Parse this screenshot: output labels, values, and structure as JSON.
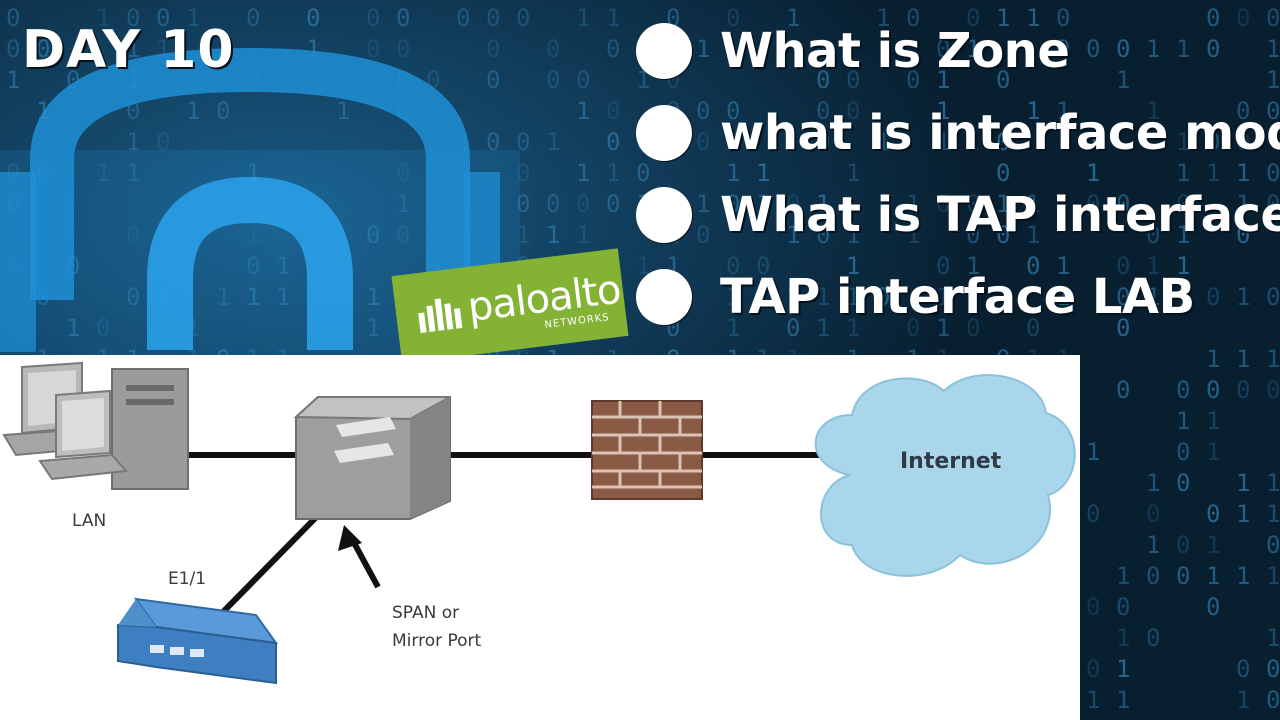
{
  "header": {
    "day_label": "DAY 10"
  },
  "bullets": [
    {
      "text": "What is Zone"
    },
    {
      "text": "what is interface mode"
    },
    {
      "text": "What is TAP interface"
    },
    {
      "text": "TAP interface LAB"
    }
  ],
  "logo": {
    "word": "paloalto",
    "sub": "NETWORKS",
    "color": "#83b235"
  },
  "diagram": {
    "labels": {
      "lan": "LAN",
      "e11": "E1/1",
      "span_line1": "SPAN or",
      "span_line2": "Mirror Port",
      "internet": "Internet"
    },
    "colors": {
      "cloud": "#a9d6ea",
      "firewall_brick": "#8a5a44",
      "device": "#3d7fc0",
      "switch": "#a8a8a8"
    }
  },
  "colors": {
    "background": "#0a2a3f",
    "binary_text": "#2f78a8",
    "lock": "#1f8fd6"
  }
}
